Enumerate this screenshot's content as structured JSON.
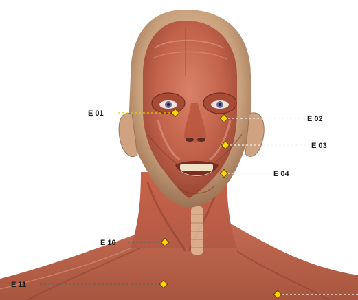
{
  "points": [
    {
      "id": "E 01",
      "label": "E 01"
    },
    {
      "id": "E 02",
      "label": "E 02"
    },
    {
      "id": "E 03",
      "label": "E 03"
    },
    {
      "id": "E 04",
      "label": "E 04"
    },
    {
      "id": "E 10",
      "label": "E 10"
    },
    {
      "id": "E 11",
      "label": "E 11"
    }
  ],
  "colors": {
    "marker_fill": "#ffd200",
    "marker_stroke": "#5a4a00",
    "leader_line": "#f0f0f0",
    "muscle": "#c5614a",
    "skin": "#d9b38f",
    "label_text": "#1a1a1a"
  }
}
